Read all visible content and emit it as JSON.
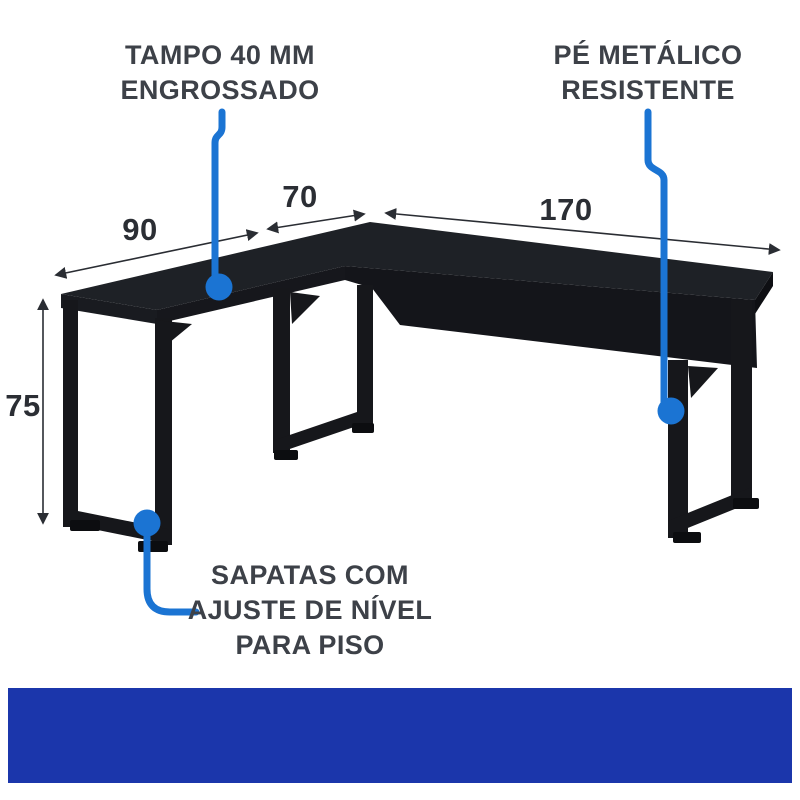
{
  "labels": {
    "tampo": {
      "line1": "TAMPO 40 MM",
      "line2": "ENGROSSADO"
    },
    "pe": {
      "line1": "PÉ METÁLICO",
      "line2": "RESISTENTE"
    },
    "sapatas": {
      "line1": "SAPATAS COM",
      "line2": "AJUSTE DE NÍVEL",
      "line3": "PARA PISO"
    }
  },
  "dimensions": {
    "return_length": "90",
    "desk_depth": "70",
    "desk_length": "170",
    "desk_height": "75"
  },
  "colors": {
    "callout_blue": "#1b74d3",
    "bottom_bar_blue": "#1b36ab",
    "desk_top_black": "#1e2126",
    "desk_front_black": "#14151a",
    "label_text": "#3d4148",
    "dimension_text": "#2b2e34"
  }
}
